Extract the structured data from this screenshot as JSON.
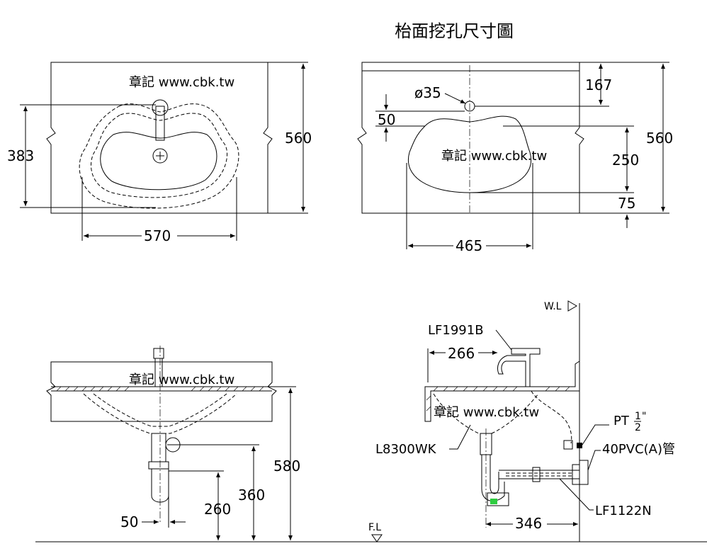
{
  "title": "枱面挖孔尺寸圖",
  "watermark": "章記 www.cbk.tw",
  "top_left": {
    "dim_width": "570",
    "dim_height": "560",
    "dim_offset": "383"
  },
  "top_right": {
    "dim_hole": "ø35",
    "dim_167": "167",
    "dim_50": "50",
    "dim_250": "250",
    "dim_75": "75",
    "dim_560": "560",
    "dim_465": "465"
  },
  "bottom_left": {
    "dim_580": "580",
    "dim_360": "360",
    "dim_260": "260",
    "dim_50": "50"
  },
  "bottom_right": {
    "wl": "W.L",
    "fl": "F.L",
    "faucet_model": "LF1991B",
    "basin_model": "L8300WK",
    "trap_model": "LF1122N",
    "pipe": "40PVC(A)管",
    "thread": "PT",
    "thread_num": "1",
    "thread_den": "2",
    "thread_unit": "\"",
    "dim_266": "266",
    "dim_346": "346"
  }
}
